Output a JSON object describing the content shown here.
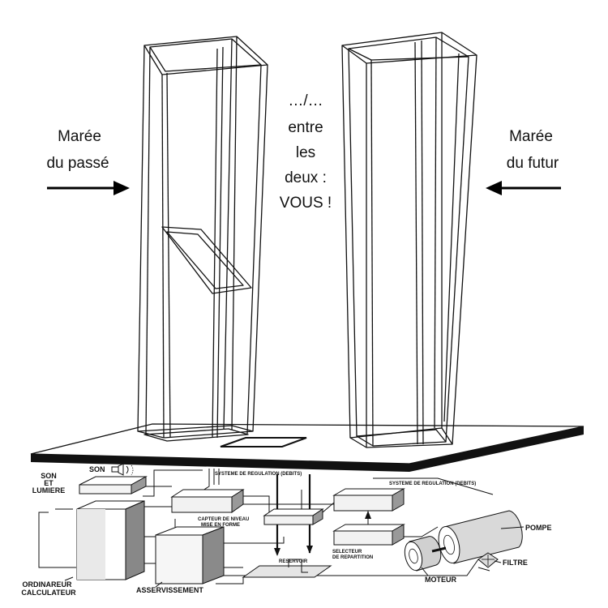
{
  "title_left": {
    "line1": "Marée",
    "line2": "du passé"
  },
  "title_right": {
    "line1": "Marée",
    "line2": "du futur"
  },
  "center_text": [
    "…/…",
    "entre",
    "les",
    "deux :",
    "VOUS !"
  ],
  "labels": {
    "son_et_lumiere": [
      "SON",
      "ET",
      "LUMIERE"
    ],
    "son": "SON",
    "systeme_regulation_top": "SYSTEME DE REGULATION (DEBITS)",
    "systeme_regulation_right": "SYSTEME DE REGULATION (DEBITS)",
    "capteur": [
      "CAPTEUR DE NIVEAU",
      "MISE EN FORME"
    ],
    "reservoir": "RESERVOIR",
    "selecteur": [
      "SELECTEUR",
      "DE REPARTITION"
    ],
    "pompe": "POMPE",
    "moteur": "MOTEUR",
    "filtre": "FILTRE",
    "ordinateur": [
      "ORDINAREUR",
      "CALCULATEUR"
    ],
    "asservissement": "ASSERVISSEMENT"
  }
}
